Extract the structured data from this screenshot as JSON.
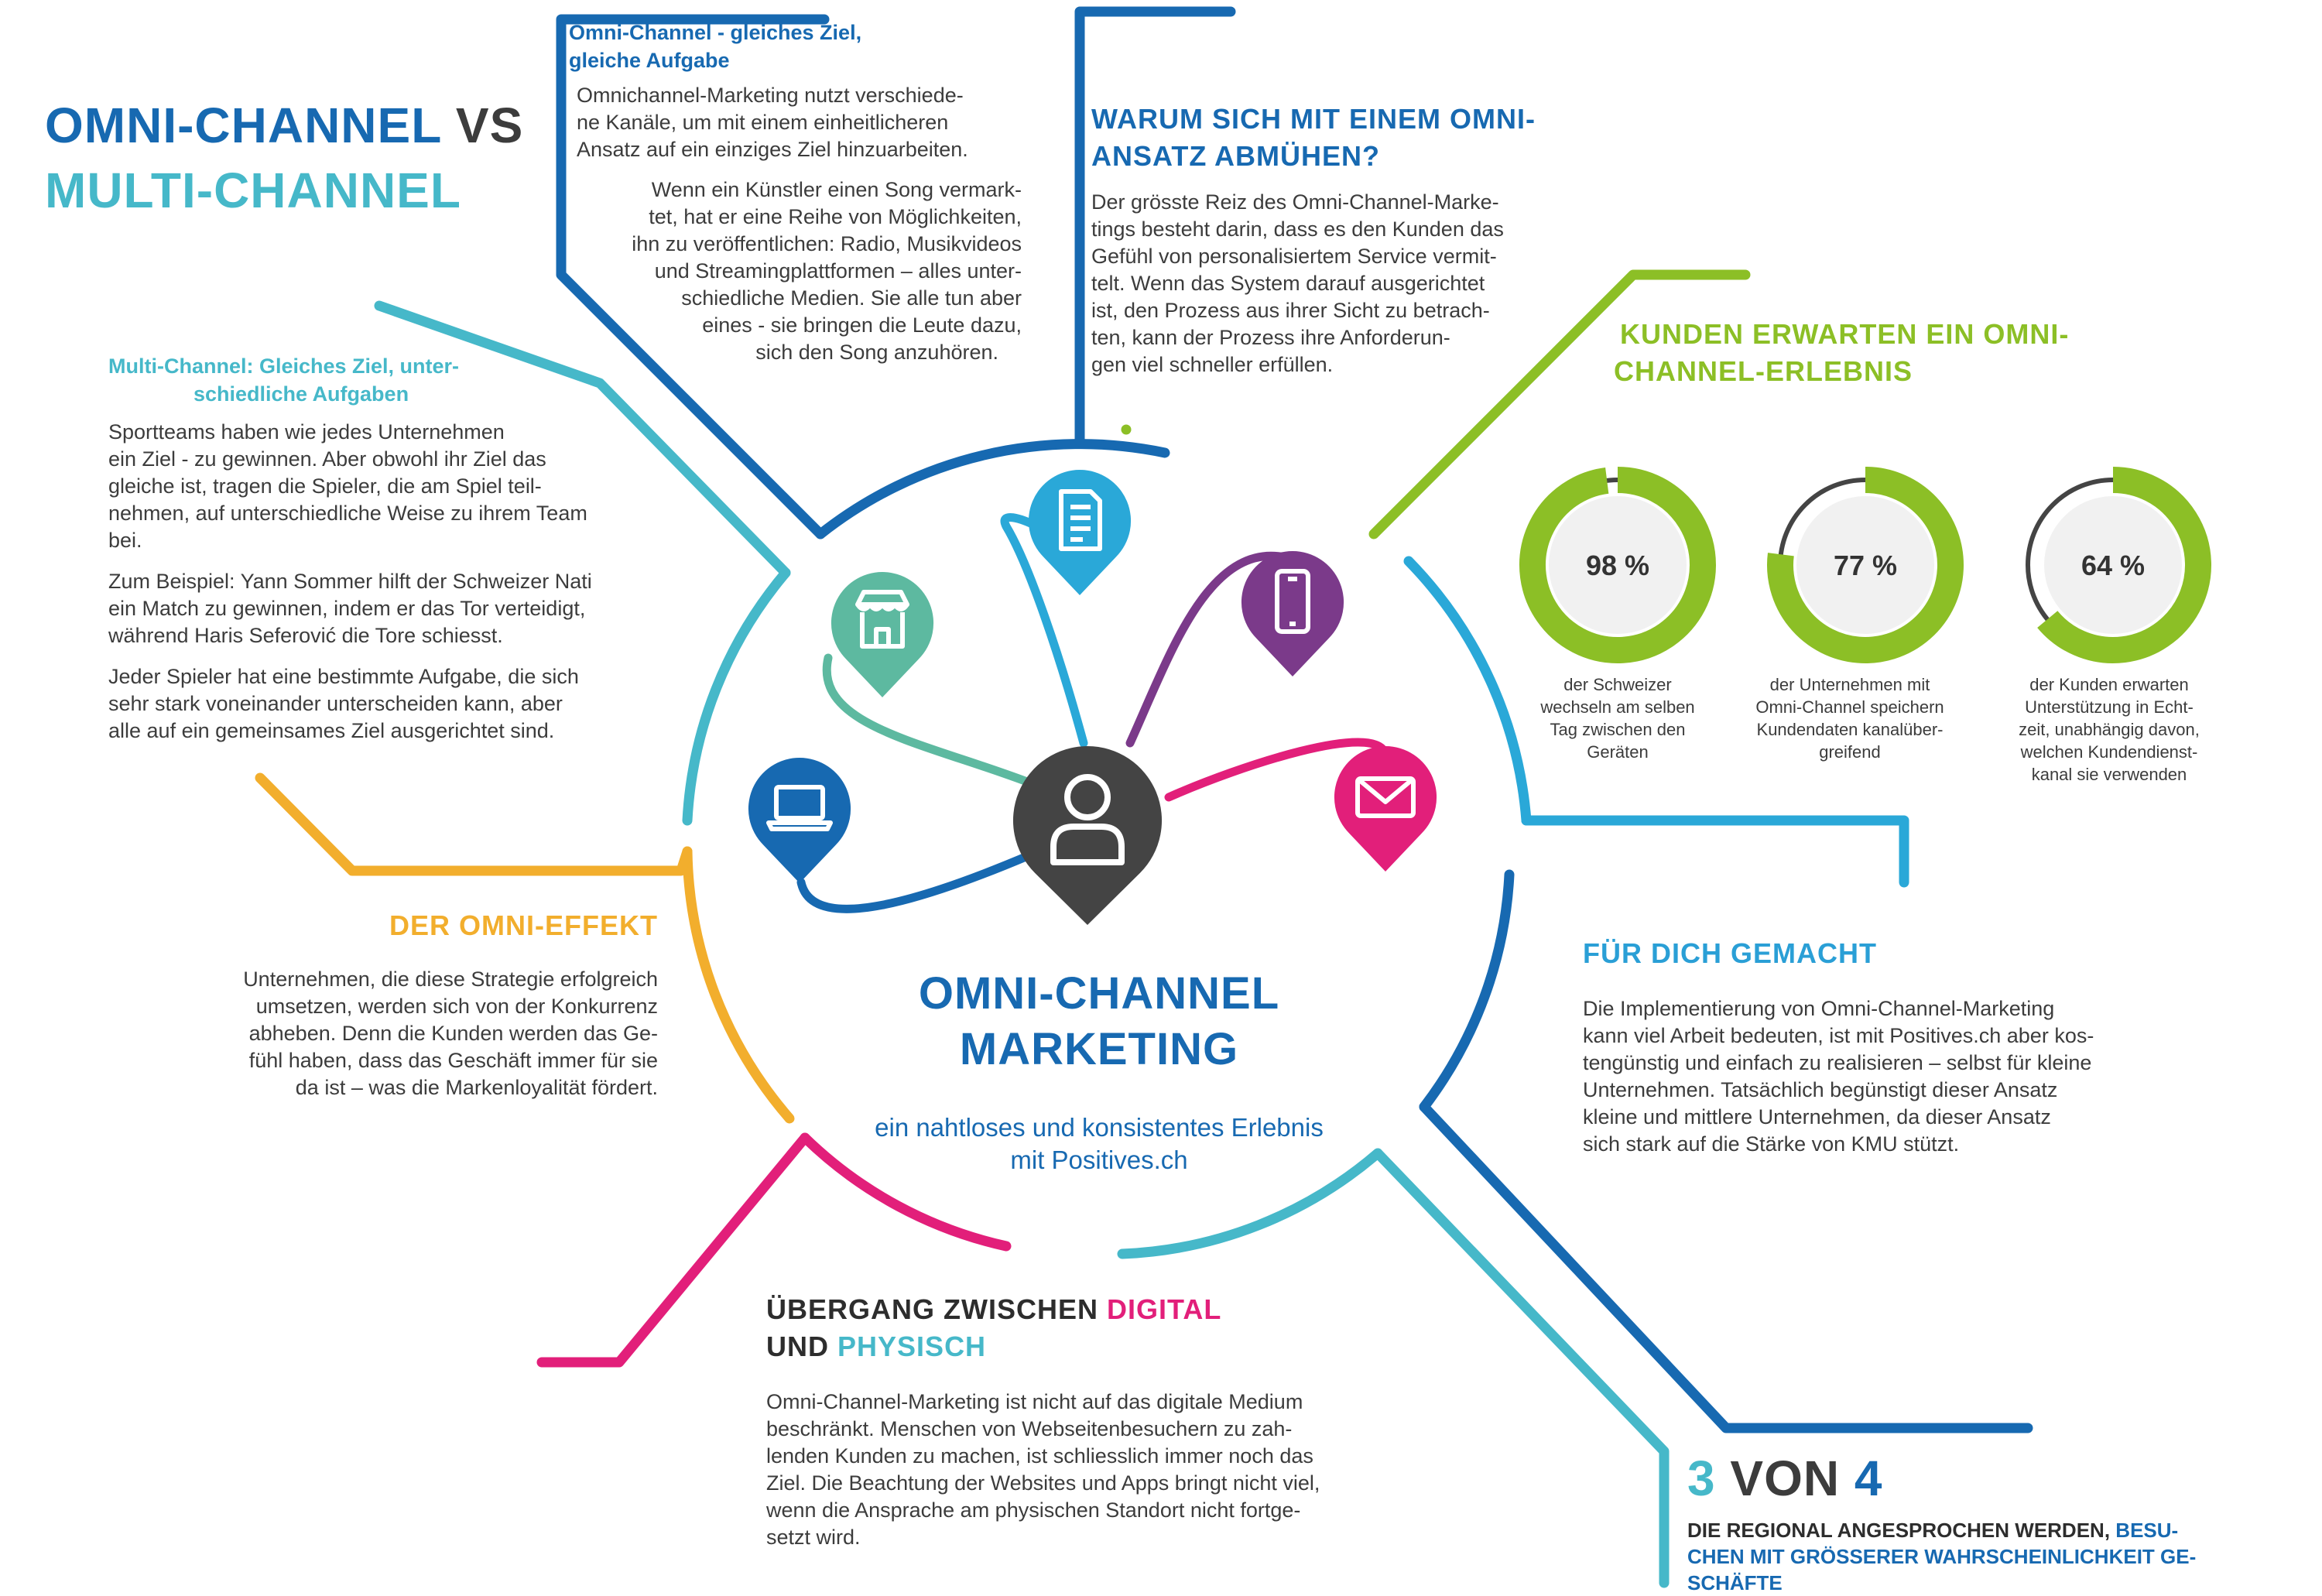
{
  "title": {
    "part1": "OMNI-CHANNEL",
    "part2": "VS",
    "part3": "MULTI-CHANNEL"
  },
  "omni_section": {
    "heading_line1": "Omni-Channel - gleiches Ziel,",
    "heading_line2": "gleiche Aufgabe",
    "para1_lines": [
      "Omnichannel-Marketing nutzt verschiede-",
      "ne Kanäle, um mit einem einheitlicheren",
      "Ansatz auf ein einziges Ziel hinzuarbeiten."
    ],
    "para2_lines": [
      "Wenn ein Künstler einen Song vermark-",
      "tet, hat er eine Reihe von Möglichkeiten,",
      "ihn zu veröffentlichen: Radio, Musikvideos",
      "und Streamingplattformen – alles unter-",
      "schiedliche Medien. Sie alle tun aber",
      "eines - sie bringen die Leute dazu,",
      "sich den Song anzuhören."
    ]
  },
  "warum_section": {
    "heading_line1": "WARUM SICH MIT EINEM OMNI-",
    "heading_line2": "ANSATZ ABMÜHEN?",
    "lines": [
      "Der grösste Reiz des Omni-Channel-Marke-",
      "tings besteht darin, dass es den Kunden das",
      "Gefühl von personalisiertem Service vermit-",
      "telt. Wenn das System darauf ausgerichtet",
      "ist, den Prozess aus ihrer Sicht zu betrach-",
      "ten, kann der Prozess ihre Anforderun-",
      "gen viel schneller erfüllen."
    ]
  },
  "multi_section": {
    "heading_line1": "Multi-Channel: Gleiches Ziel, unter-",
    "heading_line2": "schiedliche Aufgaben",
    "para1_lines": [
      "Sportteams haben wie jedes Unternehmen",
      "ein Ziel - zu gewinnen. Aber obwohl ihr Ziel das",
      "gleiche ist, tragen die Spieler, die am Spiel teil-",
      "nehmen, auf unterschiedliche Weise zu ihrem Team",
      "bei."
    ],
    "para2_lines": [
      "Zum Beispiel: Yann Sommer hilft der Schweizer Nati",
      "ein Match zu gewinnen, indem er das Tor verteidigt,",
      "während Haris Seferović die Tore schiesst."
    ],
    "para3_lines": [
      "Jeder Spieler hat eine bestimmte Aufgabe, die sich",
      "sehr stark voneinander unterscheiden kann, aber",
      "alle auf ein gemeinsames Ziel ausgerichtet sind."
    ]
  },
  "kunden_section": {
    "heading_line1": "KUNDEN ERWARTEN EIN OMNI-",
    "heading_line2": "CHANNEL-ERLEBNIS"
  },
  "stats": [
    {
      "value_label": "98 %",
      "fraction": 0.98,
      "caption_lines": [
        "der Schweizer",
        "wechseln am selben",
        "Tag zwischen den",
        "Geräten"
      ]
    },
    {
      "value_label": "77 %",
      "fraction": 0.77,
      "caption_lines": [
        "der Unternehmen mit",
        "Omni-Channel speichern",
        "Kundendaten kanalüber-",
        "greifend"
      ]
    },
    {
      "value_label": "64 %",
      "fraction": 0.64,
      "caption_lines": [
        "der Kunden erwarten",
        "Unterstützung in Echt-",
        "zeit, unabhängig davon,",
        "welchen Kundendienst-",
        "kanal sie verwenden"
      ]
    }
  ],
  "effekt_section": {
    "heading": "DER OMNI-EFFEKT",
    "lines": [
      "Unternehmen, die diese Strategie erfolgreich",
      "umsetzen, werden sich von der Konkurrenz",
      "abheben. Denn die Kunden werden das Ge-",
      "fühl haben, dass das Geschäft immer für sie",
      "da ist – was die Markenloyalität fördert."
    ]
  },
  "center": {
    "title_line1": "OMNI-CHANNEL",
    "title_line2": "MARKETING",
    "subtitle_line1": "ein nahtloses und konsistentes Erlebnis",
    "subtitle_line2": "mit Positives.ch"
  },
  "dich_section": {
    "heading": "FÜR DICH GEMACHT",
    "lines": [
      "Die Implementierung von Omni-Channel-Marketing",
      "kann viel Arbeit bedeuten, ist mit Positives.ch aber kos-",
      "tengünstig und einfach zu realisieren – selbst für kleine",
      "Unternehmen. Tatsächlich begünstigt dieser Ansatz",
      "kleine und mittlere Unternehmen, da dieser Ansatz",
      "sich stark auf die Stärke von KMU stützt."
    ]
  },
  "uebergang_section": {
    "heading_part1": "ÜBERGANG ZWISCHEN",
    "heading_part2": "DIGITAL",
    "heading_part3": "UND",
    "heading_part4": "PHYSISCH",
    "lines": [
      "Omni-Channel-Marketing ist nicht auf das digitale Medium",
      "beschränkt. Menschen von Webseitenbesuchern zu zah-",
      "lenden Kunden zu machen, ist schliesslich immer noch das",
      "Ziel. Die Beachtung der Websites und Apps bringt nicht viel,",
      "wenn die Ansprache am physischen Standort nicht fortge-",
      "setzt wird."
    ]
  },
  "von_section": {
    "num1": "3",
    "mid": "VON",
    "num2": "4",
    "text_dark": "DIE REGIONAL ANGESPROCHEN WERDEN,",
    "text_blue_inline": "BESU-",
    "text_blue_line2": "CHEN MIT GRÖSSERER WAHRSCHEINLICHKEIT GE-",
    "text_blue_line3": "SCHÄFTE"
  },
  "icons": [
    "store-icon",
    "document-icon",
    "smartphone-icon",
    "laptop-icon",
    "user-icon",
    "mail-icon"
  ],
  "colors": {
    "blue": "#1769b1",
    "teal": "#46b8c9",
    "green": "#8cbf26",
    "orange": "#f2ae2d",
    "pink": "#e21f7a",
    "purple": "#7b3a8a",
    "mint": "#5db9a0",
    "sky": "#2aa8d8",
    "dark": "#444444"
  }
}
